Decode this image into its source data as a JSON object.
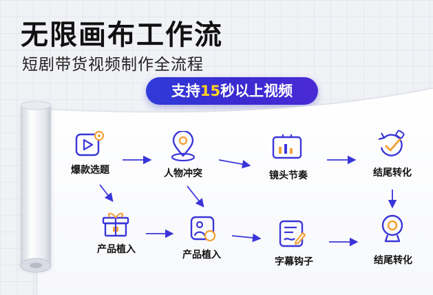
{
  "header": {
    "title": "无限画布工作流",
    "subtitle": "短剧带货视频制作全流程",
    "badge_prefix": "支持",
    "badge_highlight": "15",
    "badge_suffix": "秒以上视频"
  },
  "colors": {
    "accent": "#3a35d8",
    "highlight": "#ffd21f",
    "icon_orange": "#f3a23a"
  },
  "row1": [
    {
      "label": "爆款选题",
      "icon": "video-play-icon"
    },
    {
      "label": "人物冲突",
      "icon": "location-pin-icon"
    },
    {
      "label": "镜头节奏",
      "icon": "chart-monitor-icon"
    },
    {
      "label": "结尾转化",
      "icon": "refresh-check-icon"
    }
  ],
  "row2": [
    {
      "label": "产品植入",
      "icon": "gift-box-icon"
    },
    {
      "label": "产品植入",
      "icon": "person-frame-icon"
    },
    {
      "label": "字幕钩子",
      "icon": "subtitle-edit-icon"
    },
    {
      "label": "结尾转化",
      "icon": "webcam-icon"
    }
  ]
}
